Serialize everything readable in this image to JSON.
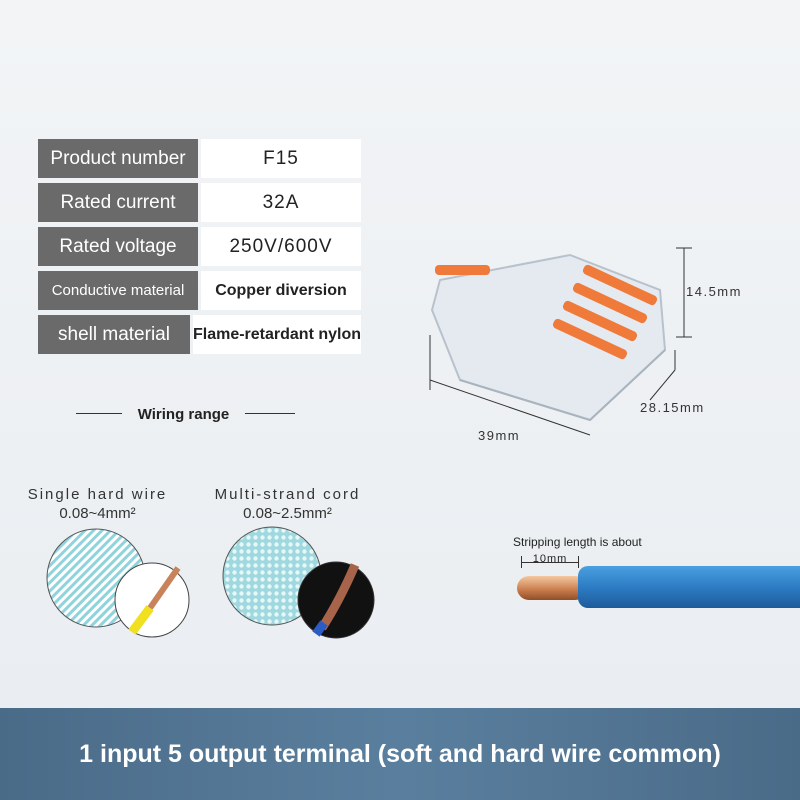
{
  "specs": [
    {
      "label": "Product number",
      "value": "F15"
    },
    {
      "label": "Rated current",
      "value": "32A"
    },
    {
      "label": "Rated voltage",
      "value": "250V/600V"
    },
    {
      "label": "Conductive material",
      "value": "Copper diversion"
    },
    {
      "label": "shell material",
      "value": "Flame-retardant nylon"
    }
  ],
  "wiring_range": {
    "title": "Wiring range",
    "single": {
      "name": "Single hard wire",
      "range": "0.08~4mm²"
    },
    "multi": {
      "name": "Multi-strand cord",
      "range": "0.08~2.5mm²"
    }
  },
  "dimensions": {
    "height": "14.5mm",
    "depth": "28.15mm",
    "width": "39mm"
  },
  "stripping": {
    "label": "Stripping length is about",
    "length": "10mm"
  },
  "banner": "1 input 5 output terminal (soft and hard wire common)",
  "colors": {
    "label_bg": "#6a6a6a",
    "banner": "#4a6b88",
    "lever": "#f07a3a",
    "wire": "#2d7cc4"
  }
}
